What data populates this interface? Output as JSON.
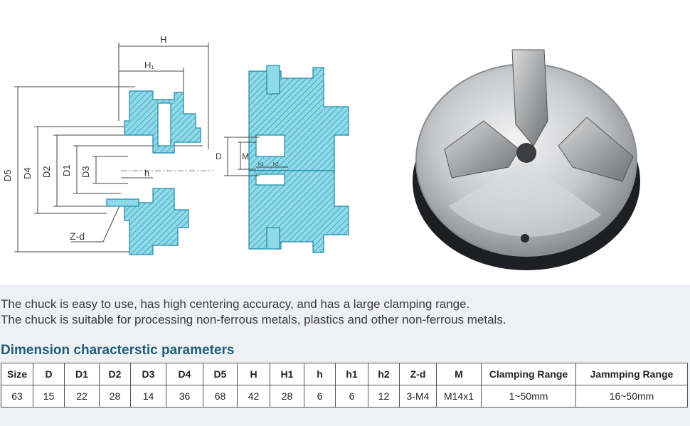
{
  "drawing": {
    "labels": {
      "H": "H",
      "H1": "H₁",
      "D5": "D5",
      "D4": "D4",
      "D2": "D2",
      "D1": "D1",
      "D3": "D3",
      "h": "h",
      "Zd": "Z-d",
      "D": "D",
      "M": "M",
      "h1": "h1",
      "h2": "h2"
    }
  },
  "description": {
    "line1": "The chuck is easy to use, has high centering accuracy, and has a large clamping range.",
    "line2": "The chuck is suitable for processing non-ferrous metals, plastics and other non-ferrous metals."
  },
  "section_title": "Dimension characterstic parameters",
  "table": {
    "headers": [
      "Size",
      "D",
      "D1",
      "D2",
      "D3",
      "D4",
      "D5",
      "H",
      "H1",
      "h",
      "h1",
      "h2",
      "Z-d",
      "M",
      "Clamping Range",
      "Jammping Range"
    ],
    "row": [
      "63",
      "15",
      "22",
      "28",
      "14",
      "36",
      "68",
      "42",
      "28",
      "6",
      "6",
      "12",
      "3-M4",
      "M14x1",
      "1~50mm",
      "16~50mm"
    ]
  },
  "colors": {
    "drawing_fill": "#8fd9e8",
    "drawing_stroke": "#1b88a8",
    "title_color": "#1f5e7a"
  }
}
